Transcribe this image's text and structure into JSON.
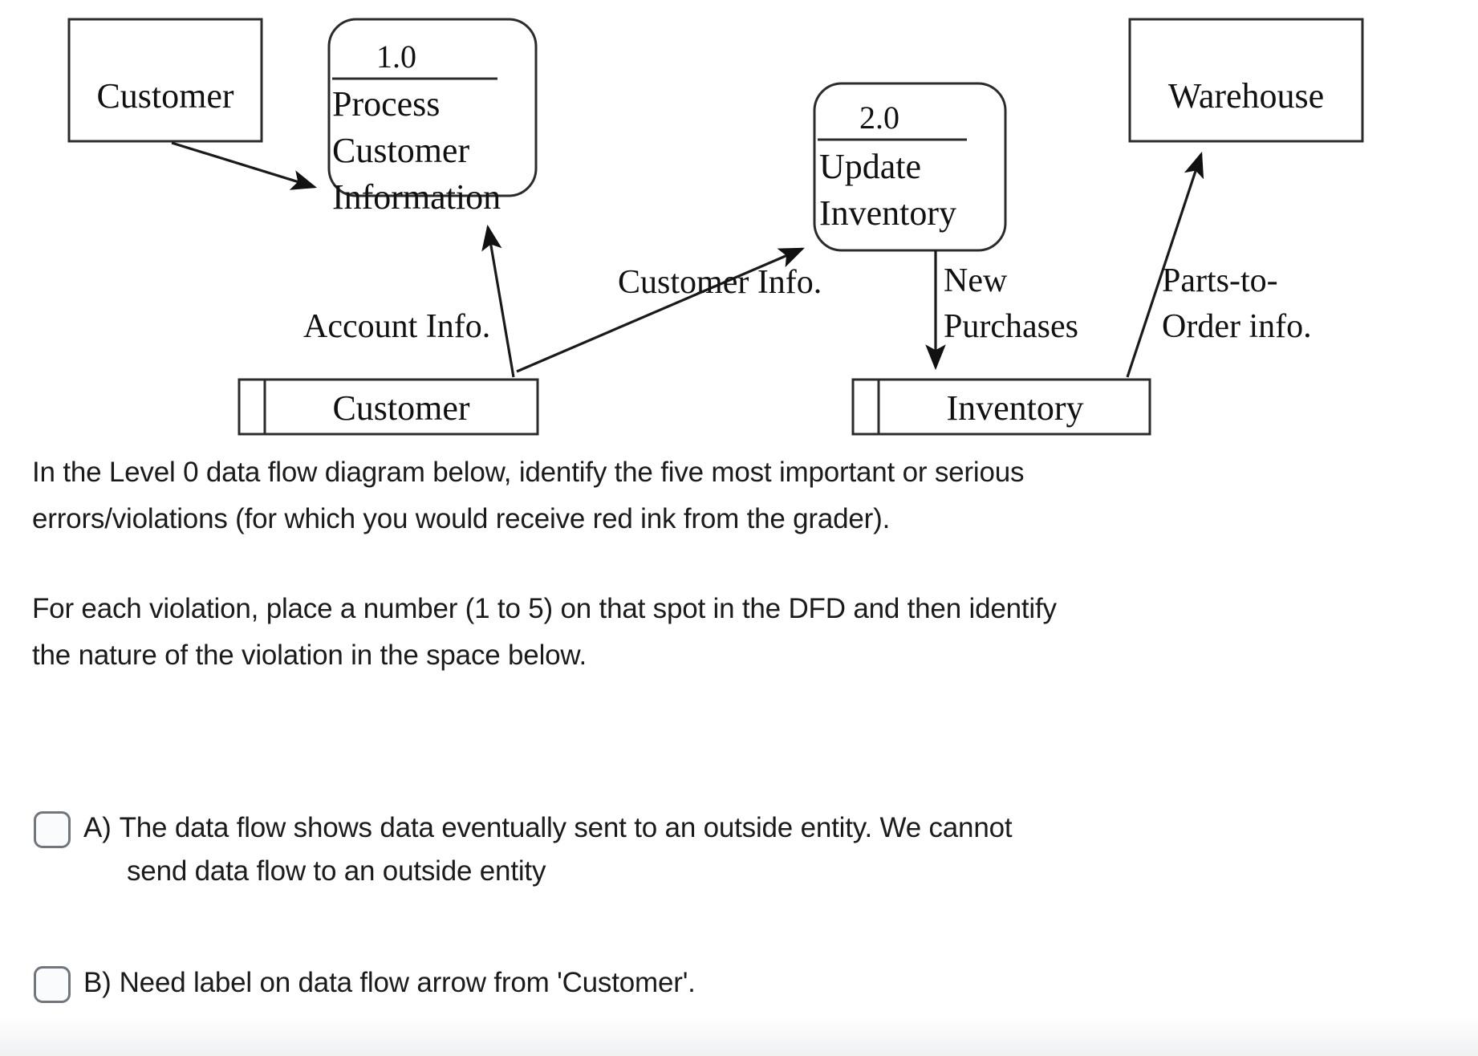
{
  "diagram": {
    "title": "Level 0 Data Flow Diagram",
    "entities": [
      {
        "id": "customer-entity",
        "label": "Customer"
      },
      {
        "id": "warehouse-entity",
        "label": "Warehouse"
      }
    ],
    "processes": [
      {
        "id": "process-1",
        "number": "1.0",
        "lines": [
          "Process",
          "Customer",
          "Information"
        ]
      },
      {
        "id": "process-2",
        "number": "2.0",
        "lines": [
          "Update",
          "Inventory"
        ]
      }
    ],
    "datastores": [
      {
        "id": "customer-store",
        "label": "Customer"
      },
      {
        "id": "inventory-store",
        "label": "Inventory"
      }
    ],
    "flows": [
      {
        "id": "flow-customer-to-process1",
        "label": ""
      },
      {
        "id": "flow-account-info",
        "label": "Account  Info."
      },
      {
        "id": "flow-customer-info",
        "label": "Customer Info."
      },
      {
        "id": "flow-new-purchases",
        "label_line1": "New",
        "label_line2": "Purchases"
      },
      {
        "id": "flow-parts-to-order",
        "label_line1": "Parts-to-",
        "label_line2": "Order info."
      }
    ]
  },
  "prose": {
    "intro_line1": "In the Level 0 data flow diagram below, identify the five most important or serious",
    "intro_line2": "errors/violations (for which you would receive red ink from the grader).",
    "instruction_line1": "For each violation, place a number (1 to 5) on that spot in the DFD and then identify",
    "instruction_line2": "the nature of the violation in the space below."
  },
  "options": [
    {
      "id": "option-a",
      "letter": "A)",
      "text_line1": "The data flow shows data eventually sent to an outside entity.  We cannot",
      "text_line2": "send data flow to an outside entity"
    },
    {
      "id": "option-b",
      "letter": "B)",
      "text_line1": "Need label on data flow arrow from 'Customer'.",
      "text_line2": ""
    }
  ],
  "colors": {
    "stroke": "#2b2b2b",
    "text": "#1b1b1b",
    "checkbox_border": "#72767c",
    "checkbox_fill": "#fafbfc"
  }
}
